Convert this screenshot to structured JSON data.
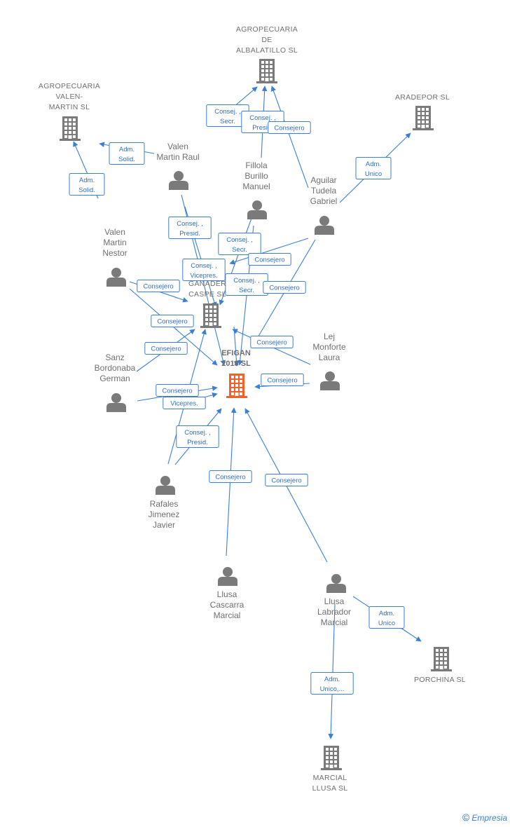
{
  "colors": {
    "edge": "#3a7fd5",
    "node_gray": "#7a7a7a",
    "focus": "#f0622a"
  },
  "watermark": {
    "symbol": "©",
    "brand": "Empresia"
  },
  "nodes": [
    {
      "id": "agro_alba",
      "type": "company",
      "lines": [
        "AGROPECUARIA",
        "DE",
        "ALBALATILLO SL"
      ]
    },
    {
      "id": "agro_valen",
      "type": "company",
      "lines": [
        "AGROPECUARIA",
        "VALEN-",
        "MARTIN SL"
      ]
    },
    {
      "id": "aradepor",
      "type": "company",
      "lines": [
        "ARADEPOR  SL"
      ]
    },
    {
      "id": "valen_raul",
      "type": "person",
      "lines": [
        "Valen",
        "Martin Raul"
      ]
    },
    {
      "id": "fillola",
      "type": "person",
      "lines": [
        "Fillola",
        "Burillo",
        "Manuel"
      ]
    },
    {
      "id": "aguilar",
      "type": "person",
      "lines": [
        "Aguilar",
        "Tudela",
        "Gabriel"
      ]
    },
    {
      "id": "valen_nestor",
      "type": "person",
      "lines": [
        "Valen",
        "Martin",
        "Nestor"
      ]
    },
    {
      "id": "ganaderia",
      "type": "company",
      "lines": [
        "GANADER",
        "CASPE SL"
      ]
    },
    {
      "id": "efigan",
      "type": "focus",
      "lines": [
        "EFIGAN",
        "2018  SL"
      ]
    },
    {
      "id": "lej",
      "type": "person",
      "lines": [
        "Lej",
        "Monforte",
        "Laura"
      ]
    },
    {
      "id": "sanz",
      "type": "person",
      "lines": [
        "Sanz",
        "Bordonaba",
        "German"
      ]
    },
    {
      "id": "rafales",
      "type": "person",
      "lines": [
        "Rafales",
        "Jimenez",
        "Javier"
      ]
    },
    {
      "id": "llusa_c",
      "type": "person",
      "lines": [
        "Llusa",
        "Cascarra",
        "Marcial"
      ]
    },
    {
      "id": "llusa_l",
      "type": "person",
      "lines": [
        "Llusa",
        "Labrador",
        "Marcial"
      ]
    },
    {
      "id": "porchina",
      "type": "company",
      "lines": [
        "PORCHINA  SL"
      ]
    },
    {
      "id": "marcial_ll",
      "type": "company",
      "lines": [
        "MARCIAL",
        "LLUSA  SL"
      ]
    }
  ],
  "edges": [
    {
      "label": [
        "Consej. ,",
        "Secr."
      ]
    },
    {
      "label": [
        "Consej. ,",
        "Presid."
      ]
    },
    {
      "label": [
        "Consejero"
      ]
    },
    {
      "label": [
        "Adm.",
        "Solid."
      ]
    },
    {
      "label": [
        "Adm.",
        "Solid."
      ]
    },
    {
      "label": [
        "Adm.",
        "Unico"
      ]
    },
    {
      "label": [
        "Consej. ,",
        "Presid."
      ]
    },
    {
      "label": [
        "Consej. ,",
        "Secr."
      ]
    },
    {
      "label": [
        "Consejero"
      ]
    },
    {
      "label": [
        "Consej. ,",
        "Vicepres."
      ]
    },
    {
      "label": [
        "Consej. ,",
        "Secr."
      ]
    },
    {
      "label": [
        "Consejero"
      ]
    },
    {
      "label": [
        "Consejero"
      ]
    },
    {
      "label": [
        "Consejero"
      ]
    },
    {
      "label": [
        "Consejero"
      ]
    },
    {
      "label": [
        "Consejero"
      ]
    },
    {
      "label": [
        "Consejero"
      ]
    },
    {
      "label": [
        "Consejero"
      ]
    },
    {
      "label": [
        "Vicepres."
      ]
    },
    {
      "label": [
        "Consej. ,",
        "Presid."
      ]
    },
    {
      "label": [
        "Consejero"
      ]
    },
    {
      "label": [
        "Consejero"
      ]
    },
    {
      "label": [
        "Adm.",
        "Unico"
      ]
    },
    {
      "label": [
        "Adm.",
        "Unico,..."
      ]
    }
  ]
}
